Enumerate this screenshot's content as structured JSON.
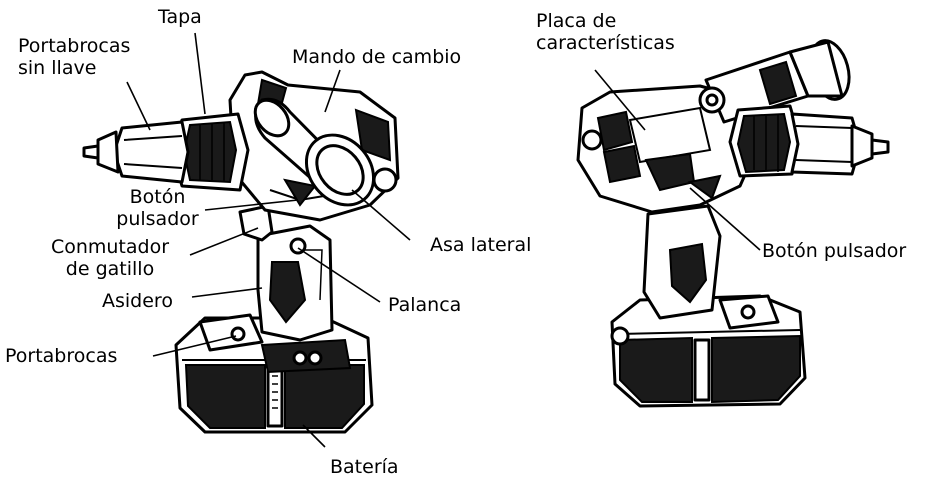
{
  "labels": {
    "tapa": "Tapa",
    "portabrocas_sin_llave_1": "Portabrocas",
    "portabrocas_sin_llave_2": "sin llave",
    "mando_de_cambio": "Mando de cambio",
    "boton_pulsador_left_1": "Botón",
    "boton_pulsador_left_2": "pulsador",
    "conmutador_1": "Conmutador",
    "conmutador_2": "de gatillo",
    "asidero": "Asidero",
    "portabrocas": "Portabrocas",
    "asa_lateral": "Asa lateral",
    "palanca": "Palanca",
    "bateria": "Batería",
    "placa_1": "Placa de",
    "placa_2": "características",
    "boton_pulsador_right": "Botón pulsador"
  }
}
